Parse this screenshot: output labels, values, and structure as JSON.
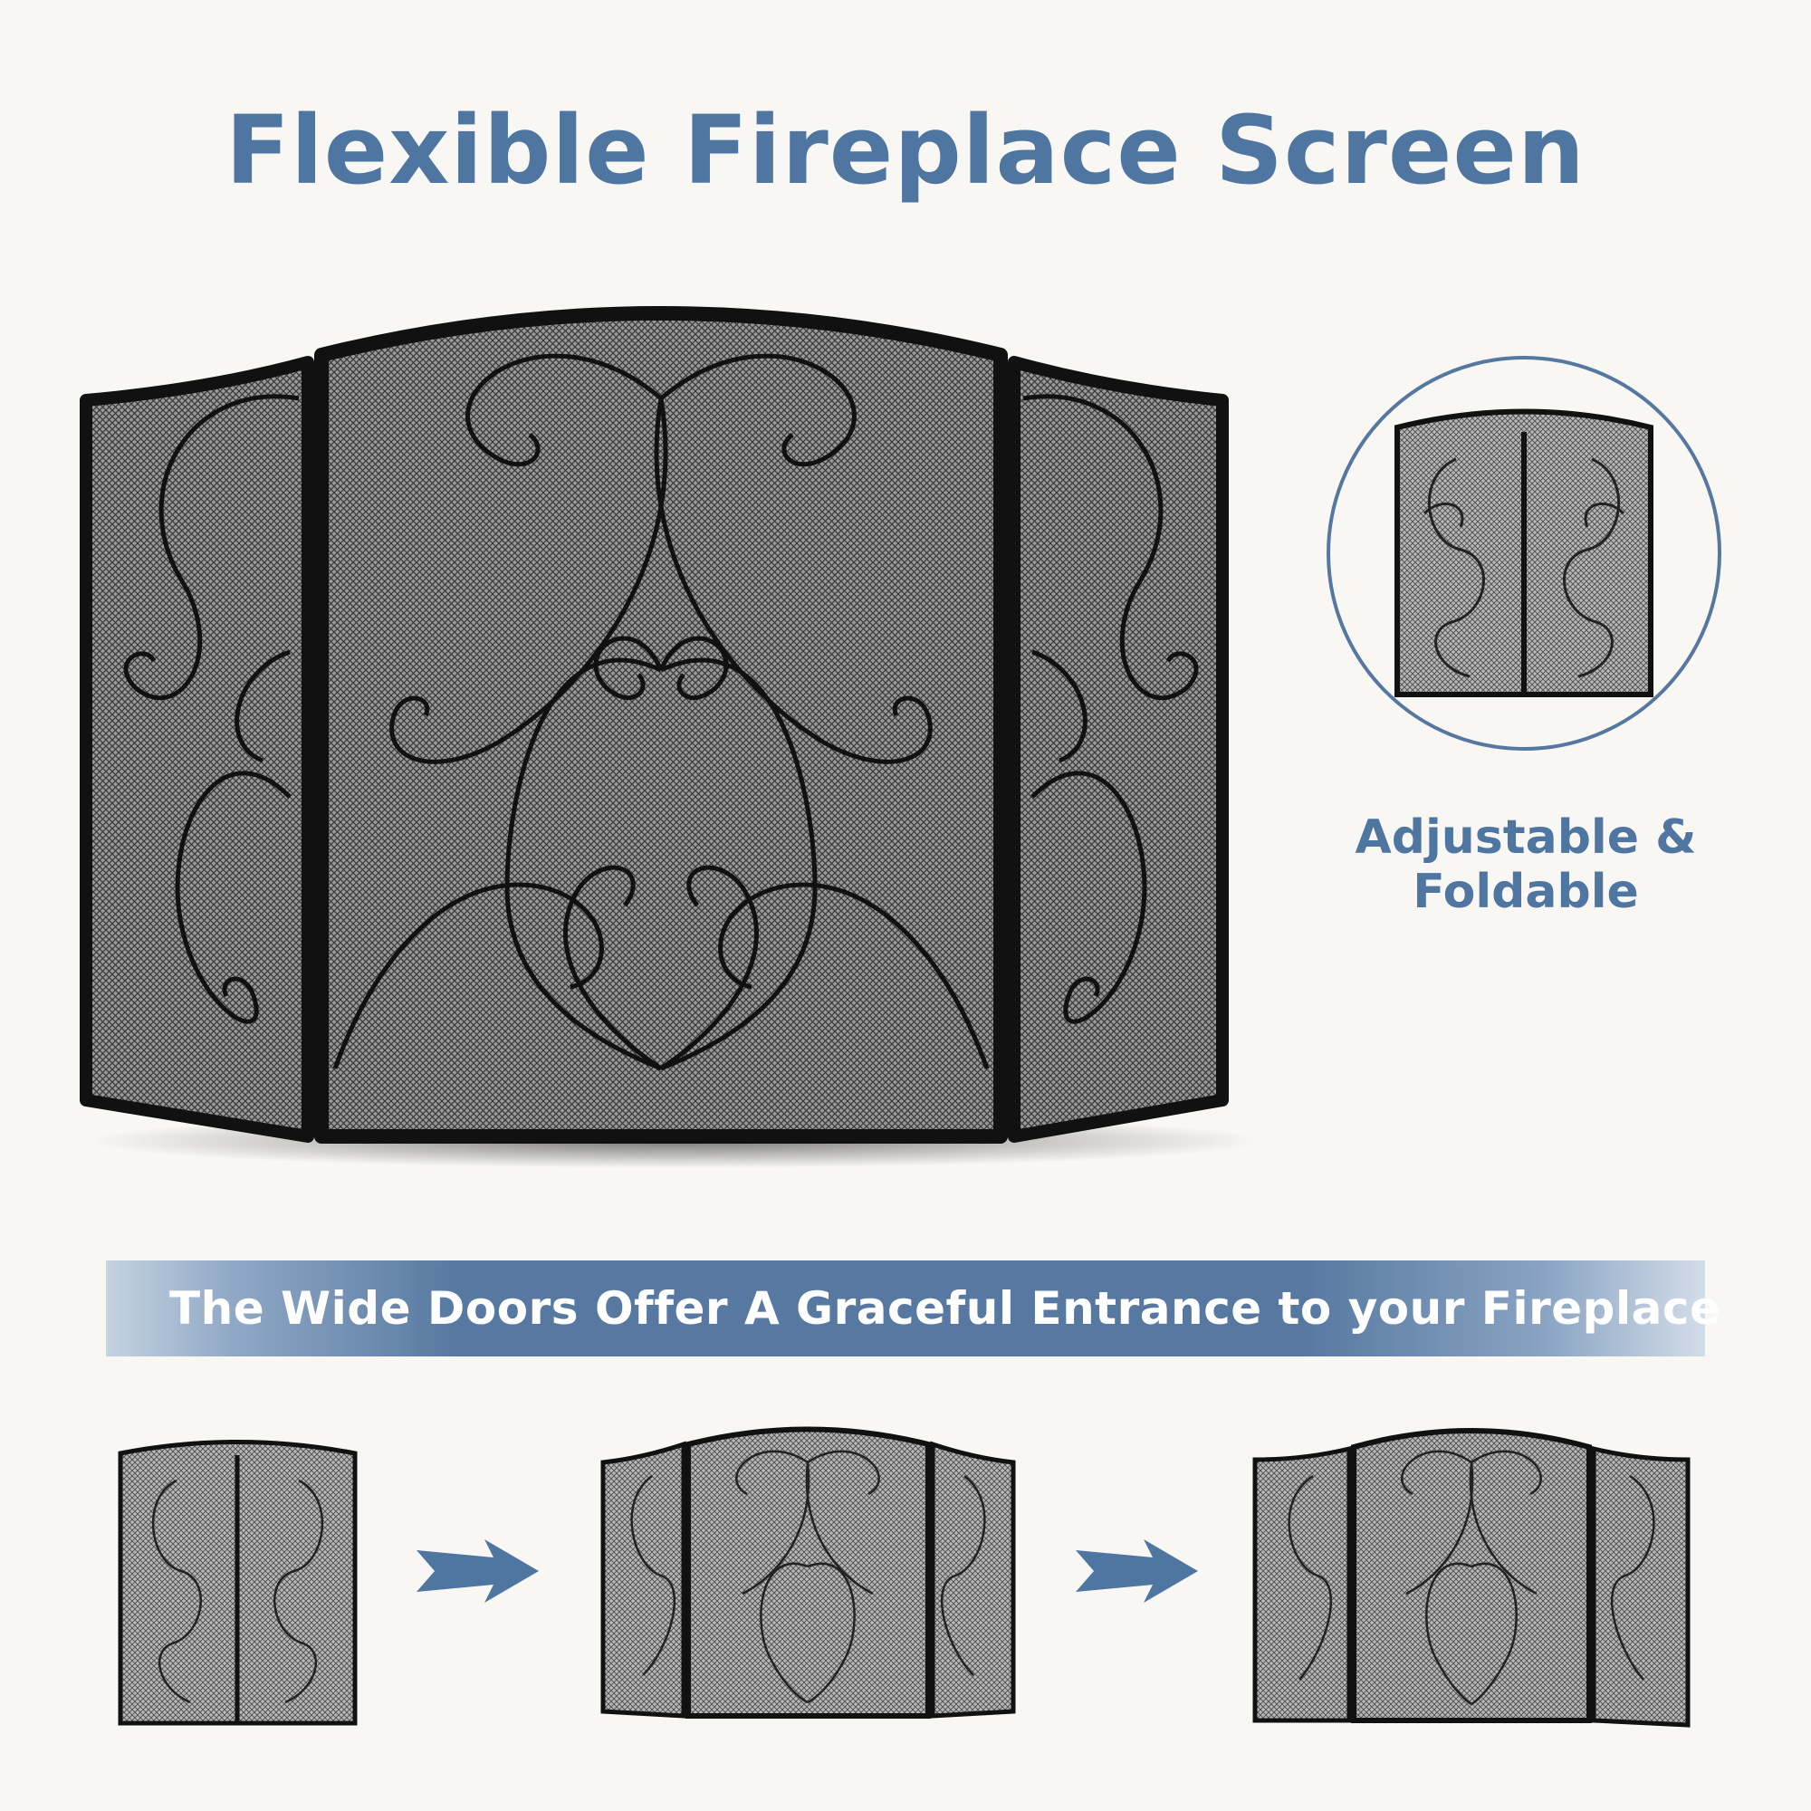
{
  "header": {
    "title": "Flexible Fireplace Screen"
  },
  "feature": {
    "caption": "Adjustable & Foldable"
  },
  "banner": {
    "text": "The Wide Doors Offer A Graceful Entrance to your Fireplace"
  },
  "steps": [
    {
      "icon": "folded-screen-icon"
    },
    {
      "icon": "arrow-right-icon"
    },
    {
      "icon": "partially-open-screen-icon"
    },
    {
      "icon": "arrow-right-icon"
    },
    {
      "icon": "fully-open-screen-icon"
    }
  ],
  "colors": {
    "accent": "#4f76a0",
    "background": "#f8f7f3",
    "frame": "#111111",
    "mesh": "#8f8f8f"
  }
}
